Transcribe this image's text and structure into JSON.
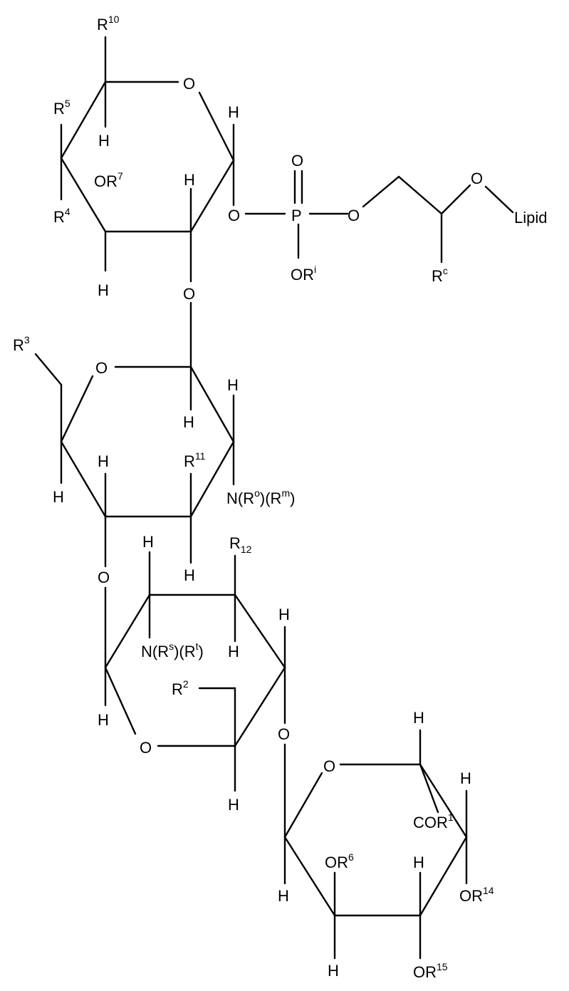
{
  "diagram": {
    "type": "chemical-structure",
    "labels": {
      "r10": {
        "base": "R",
        "sup": "10"
      },
      "ring1_o": {
        "base": "O"
      },
      "ring1_h_anomeric": {
        "base": "H"
      },
      "r5": {
        "base": "R",
        "sup": "5"
      },
      "ring1_h_c5": {
        "base": "H"
      },
      "or7": {
        "base": "OR",
        "sup": "7"
      },
      "ring1_h_c2": {
        "base": "H"
      },
      "r4": {
        "base": "R",
        "sup": "4"
      },
      "ring1_h_c3": {
        "base": "H"
      },
      "ring1_o_glyco": {
        "base": "O"
      },
      "ring1_o_phos": {
        "base": "O"
      },
      "p_atom": {
        "base": "P"
      },
      "p_oxo": {
        "base": "O"
      },
      "ori": {
        "base": "OR",
        "sup": "i"
      },
      "ester_o": {
        "base": "O"
      },
      "glycerol_o": {
        "base": "O"
      },
      "lipid": {
        "base": "Lipid"
      },
      "rc": {
        "base": "R",
        "sup": "c"
      },
      "r3": {
        "base": "R",
        "sup": "3"
      },
      "ring2_o": {
        "base": "O"
      },
      "ring2_h_c1": {
        "base": "H"
      },
      "ring2_h_c2": {
        "base": "H"
      },
      "ring2_h_c4": {
        "base": "H"
      },
      "ring2_h_c5": {
        "base": "H"
      },
      "r11": {
        "base": "R",
        "sup": "11"
      },
      "nro_rm": {
        "text": "N(R",
        "sup1": "o",
        "mid": ")(R",
        "sup2": "m",
        "end": ")"
      },
      "ring2_o_glyco": {
        "base": "O"
      },
      "ring2_h_c3": {
        "base": "H"
      },
      "r12": {
        "base": "R",
        "sub": "12"
      },
      "ring3_h_top": {
        "base": "H"
      },
      "nrs_rt": {
        "text": "N(R",
        "sup1": "s",
        "mid": ")(R",
        "sup2": "t",
        "end": ")"
      },
      "ring3_h_mid": {
        "base": "H"
      },
      "ring3_h_right": {
        "base": "H"
      },
      "r2": {
        "base": "R",
        "sup": "2"
      },
      "ring3_h_left": {
        "base": "H"
      },
      "ring3_o": {
        "base": "O"
      },
      "ring3_h_bottom": {
        "base": "H"
      },
      "ring3_o_glyco": {
        "base": "O"
      },
      "ring4_o": {
        "base": "O"
      },
      "ring4_h_top": {
        "base": "H"
      },
      "ring4_h_right": {
        "base": "H"
      },
      "cor1": {
        "base": "COR",
        "sup": "1"
      },
      "or6": {
        "base": "OR",
        "sup": "6"
      },
      "ring4_h_mid": {
        "base": "H"
      },
      "or14": {
        "base": "OR",
        "sup": "14"
      },
      "ring4_h_left": {
        "base": "H"
      },
      "ring4_h_bottom": {
        "base": "H"
      },
      "or15": {
        "base": "OR",
        "sup": "15"
      }
    }
  }
}
